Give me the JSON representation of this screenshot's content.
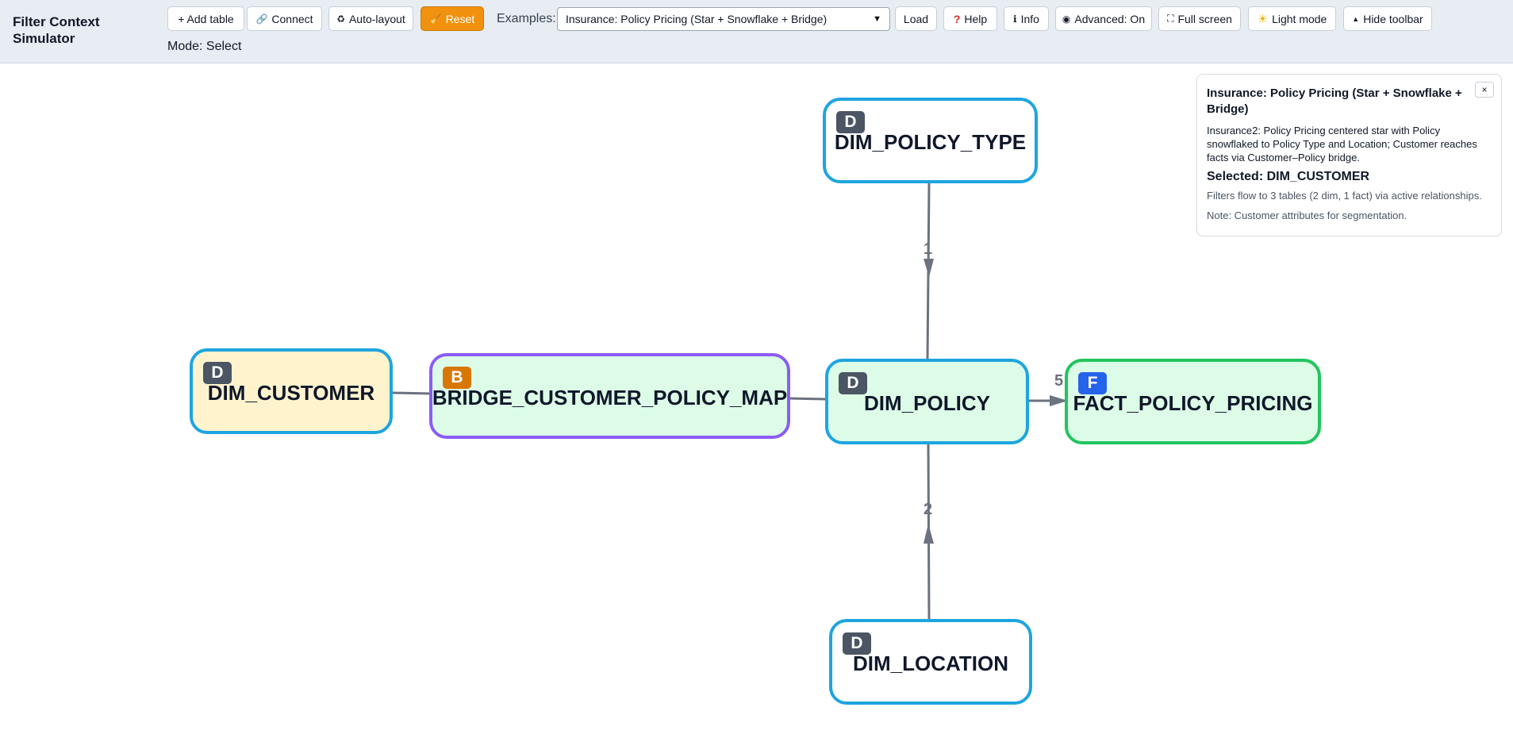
{
  "app": {
    "title": "Filter Context Simulator",
    "mode": "Mode: Select"
  },
  "toolbar": {
    "add_table": "+ Add table",
    "connect": "Connect",
    "auto_layout": "Auto-layout",
    "reset": "Reset",
    "examples_label": "Examples:",
    "examples_selected": "Insurance: Policy Pricing (Star + Snowflake + Bridge)",
    "load": "Load",
    "help": "Help",
    "info": "Info",
    "advanced": "Advanced: On",
    "full_screen": "Full screen",
    "light_mode": "Light mode",
    "hide_toolbar": "Hide toolbar"
  },
  "icons": {
    "connect": "link-icon",
    "auto_layout": "recycle-icon",
    "reset": "broom-icon",
    "help": "question-icon",
    "info": "info-icon",
    "advanced": "circle-icon",
    "full_screen": "fullscreen-icon",
    "light_mode": "sun-icon",
    "hide_toolbar": "triangle-up-icon"
  },
  "colors": {
    "dim_border": "#1ea5e0",
    "fact_border": "#22c55e",
    "bridge_border": "#8b5cf6",
    "selected_fill": "#fff3cd",
    "reached_fill": "#dcfce7",
    "badge_dim": "#4b5563",
    "badge_bridge": "#d97706",
    "badge_fact": "#2563eb",
    "reset_button": "#f0920f",
    "edge": "#6b7280"
  },
  "nodes": [
    {
      "id": "dim_policy_type",
      "name": "DIM_POLICY_TYPE",
      "badge": "D",
      "kind": "dim",
      "state": "normal"
    },
    {
      "id": "dim_customer",
      "name": "DIM_CUSTOMER",
      "badge": "D",
      "kind": "dim",
      "state": "selected"
    },
    {
      "id": "bridge",
      "name": "BRIDGE_CUSTOMER_POLICY_MAP",
      "badge": "B",
      "kind": "bridge",
      "state": "reached"
    },
    {
      "id": "dim_policy",
      "name": "DIM_POLICY",
      "badge": "D",
      "kind": "dim",
      "state": "reached"
    },
    {
      "id": "fact",
      "name": "FACT_POLICY_PRICING",
      "badge": "F",
      "kind": "fact",
      "state": "reached"
    },
    {
      "id": "dim_location",
      "name": "DIM_LOCATION",
      "badge": "D",
      "kind": "dim",
      "state": "normal"
    }
  ],
  "edges": [
    {
      "from": "DIM_POLICY_TYPE",
      "to": "DIM_POLICY",
      "label": "1"
    },
    {
      "from": "DIM_LOCATION",
      "to": "DIM_POLICY",
      "label": "2"
    },
    {
      "from": "DIM_POLICY",
      "to": "FACT_POLICY_PRICING",
      "label": "5"
    },
    {
      "from": "DIM_CUSTOMER",
      "to": "BRIDGE_CUSTOMER_POLICY_MAP",
      "label": ""
    },
    {
      "from": "BRIDGE_CUSTOMER_POLICY_MAP",
      "to": "DIM_POLICY",
      "label": ""
    }
  ],
  "info": {
    "close": "×",
    "title": "Insurance: Policy Pricing (Star + Snowflake + Bridge)",
    "description": "Insurance2: Policy Pricing centered star with Policy snowflaked to Policy Type and Location; Customer reaches facts via Customer–Policy bridge.",
    "selected": "Selected: DIM_CUSTOMER",
    "filters": "Filters flow to 3 tables (2 dim, 1 fact) via active relationships.",
    "note": "Note: Customer attributes for segmentation."
  }
}
